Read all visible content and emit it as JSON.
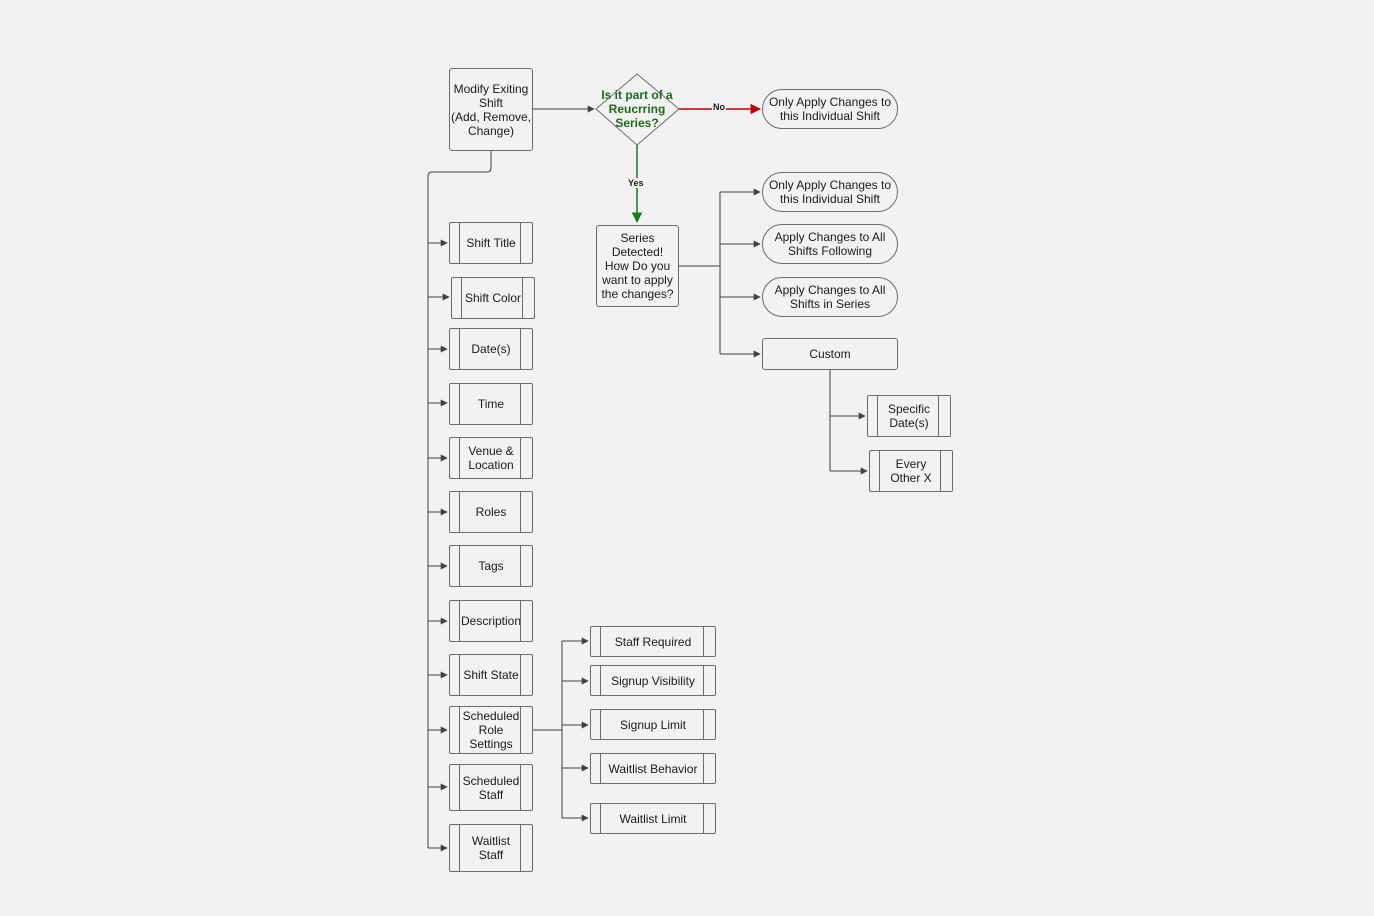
{
  "nodes": {
    "modify": "Modify Exiting\nShift\n(Add, Remove,\nChange)",
    "decision": "Is it part of a\nReucrring\nSeries?",
    "only_apply_no": "Only Apply Changes to\nthis Individual Shift",
    "series_detected": "Series\nDetected!\nHow Do you\nwant to apply\nthe changes?",
    "opt_individual": "Only Apply Changes to\nthis Individual Shift",
    "opt_following": "Apply Changes to All\nShifts Following",
    "opt_all": "Apply Changes to All\nShifts in Series",
    "custom": "Custom",
    "specific_dates": "Specific\nDate(s)",
    "every_other": "Every\nOther X",
    "shift_title": "Shift Title",
    "shift_color": "Shift Color",
    "dates": "Date(s)",
    "time": "Time",
    "venue": "Venue &\nLocation",
    "roles": "Roles",
    "tags": "Tags",
    "description": "Description",
    "shift_state": "Shift State",
    "scheduled_role_settings": "Scheduled\nRole\nSettings",
    "scheduled_staff": "Scheduled\nStaff",
    "waitlist_staff": "Waitlist\nStaff",
    "staff_required": "Staff Required",
    "signup_visibility": "Signup Visibility",
    "signup_limit": "Signup Limit",
    "waitlist_behavior": "Waitlist Behavior",
    "waitlist_limit": "Waitlist Limit"
  },
  "edge_labels": {
    "no": "No",
    "yes": "Yes"
  },
  "colors": {
    "no_edge": "#c00000",
    "yes_edge": "#1a7a1a",
    "default_edge": "#404040"
  }
}
